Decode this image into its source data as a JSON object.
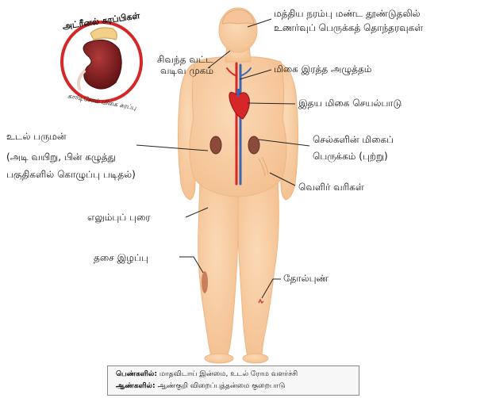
{
  "adrenal": {
    "title": "அட்ரீனல் சுரப்பிகள்",
    "subtitle": "கார்டிசோல் மிகை சுரப்பு"
  },
  "labels": {
    "moon_face": [
      "சிவந்த வட்ட",
      "வடிவ முகம்"
    ],
    "cns": [
      "மத்திய நரம்பு மண்ட தூண்டுதலில்",
      "உணர்வுப் பெருக்கத் தொந்தரவுகள்"
    ],
    "hypertension": "மிகை இரத்த அழுத்தம்",
    "heart": "இதய மிகை செயல்பாடு",
    "obesity": [
      "உடல் பருமன்",
      "(அடி வயிறு, பின் கழுத்து",
      "பகுதிகளில் கொழுப்பு படிதல்)"
    ],
    "cell_growth": [
      "செல்களின் மிகைப்",
      "பெருக்கம் (புற்று)"
    ],
    "striae": "வெளிர் வரிகள்",
    "osteoporosis": "எலும்புப் புரை",
    "muscle_loss": "தசை இழப்பு",
    "skin_ulcer": "தோல்புண்"
  },
  "note": {
    "women_label": "பெண்களில்:",
    "women_text": "மாதவிடாய் இன்மை, உடல் ரோம வளர்ச்சி",
    "men_label": "ஆண்களில்:",
    "men_text": "ஆண்குறி விறைப்புத்தன்மை குறைபாடு"
  },
  "colors": {
    "skin": "#f8cda2",
    "skin_edge": "#efb684",
    "kidney": "#8a1f22",
    "artery": "#d62728",
    "vein": "#3a66b5"
  }
}
